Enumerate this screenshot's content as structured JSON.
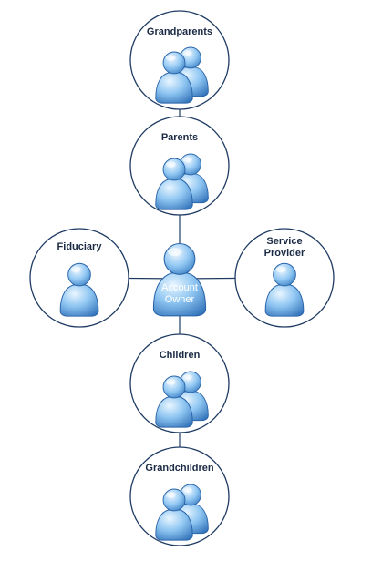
{
  "colors": {
    "circle_stroke": "#1f3b63",
    "connector": "#1f3b63",
    "label": "#1b2a44",
    "center_label": "#ffffff",
    "figure_light": "#dbeeff",
    "figure_mid": "#74b4ea",
    "figure_dark": "#2a6bb4"
  },
  "center": {
    "label_lines": [
      "Account",
      "Owner"
    ],
    "icon": "person-icon"
  },
  "nodes": [
    {
      "id": "grandparents",
      "label_lines": [
        "Grandparents"
      ],
      "icon": "two-people-icon"
    },
    {
      "id": "parents",
      "label_lines": [
        "Parents"
      ],
      "icon": "two-people-icon"
    },
    {
      "id": "fiduciary",
      "label_lines": [
        "Fiduciary"
      ],
      "icon": "person-icon"
    },
    {
      "id": "service-provider",
      "label_lines": [
        "Service",
        "Provider"
      ],
      "icon": "person-icon"
    },
    {
      "id": "children",
      "label_lines": [
        "Children"
      ],
      "icon": "two-people-icon"
    },
    {
      "id": "grandchildren",
      "label_lines": [
        "Grandchildren"
      ],
      "icon": "two-people-icon"
    }
  ],
  "connections": [
    [
      "grandparents",
      "parents"
    ],
    [
      "parents",
      "center"
    ],
    [
      "fiduciary",
      "center"
    ],
    [
      "service-provider",
      "center"
    ],
    [
      "center",
      "children"
    ],
    [
      "children",
      "grandchildren"
    ]
  ]
}
